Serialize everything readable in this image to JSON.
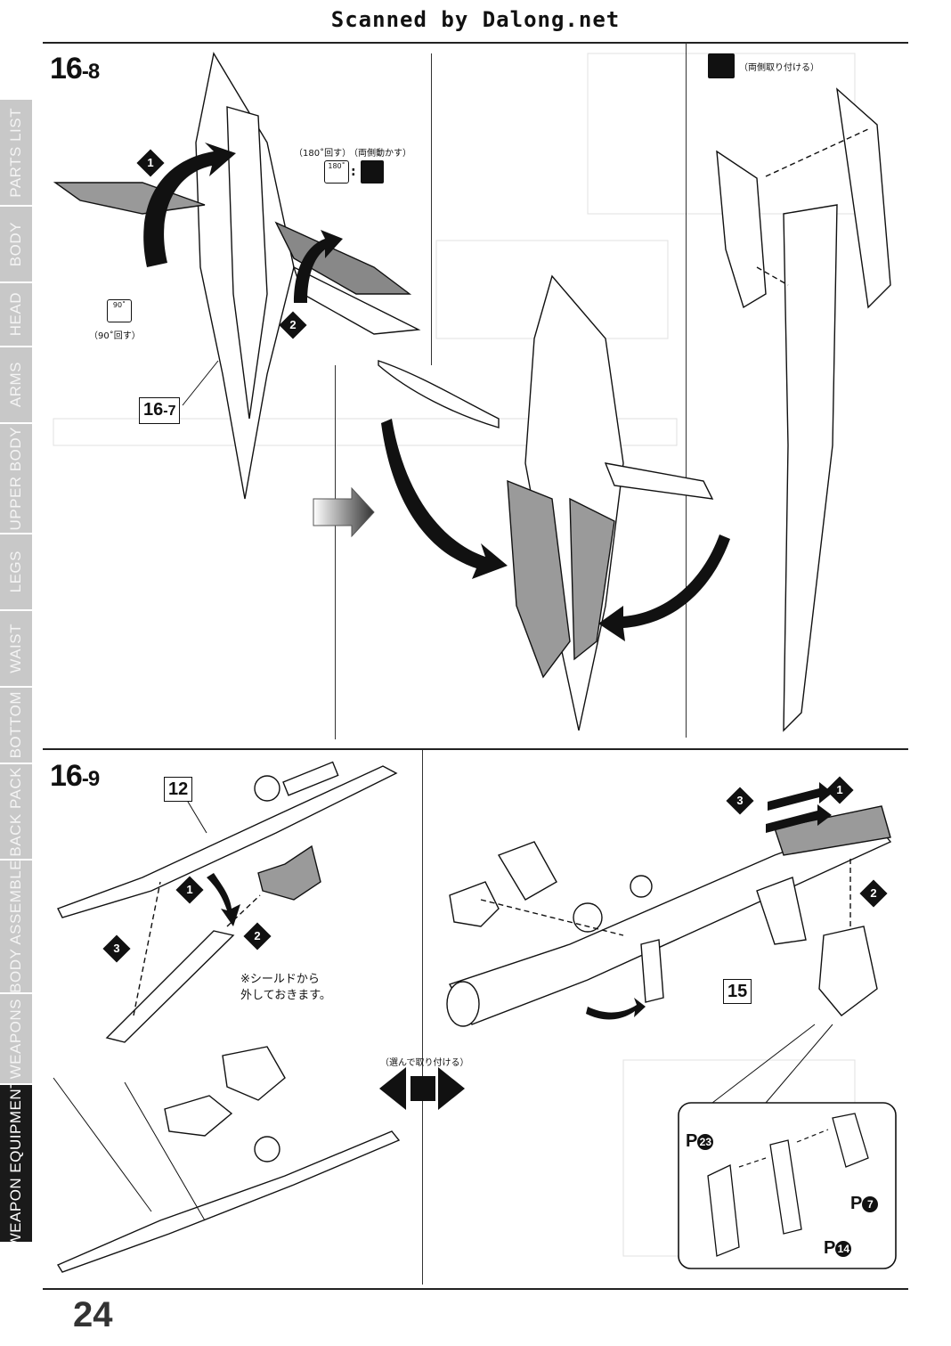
{
  "header": {
    "scan_credit": "Scanned by Dalong.net"
  },
  "steps": {
    "s1": {
      "num": "16",
      "sub": "-8"
    },
    "s2": {
      "num": "16",
      "sub": "-9"
    }
  },
  "notes": {
    "rotate_180": "（180˚回す）",
    "move_both": "（両側動かす）",
    "rotate_90": "（90˚回す）",
    "attach_both": "（両側取り付ける）",
    "choose_attach": "（選んで取り付ける）",
    "shield_note_1": "※シールドから",
    "shield_note_2": "外しておきます。",
    "icon_180": "180˚",
    "icon_90": "90˚",
    "colon": ":"
  },
  "refs": {
    "ref_16_7_num": "16",
    "ref_16_7_sub": "-7",
    "ref_12": "12",
    "ref_15": "15"
  },
  "markers": {
    "m1": "1",
    "m2": "2",
    "m3": "3"
  },
  "parts": {
    "p23": "P",
    "p23_num": "23",
    "p7": "P",
    "p7_num": "7",
    "p14": "P",
    "p14_num": "14"
  },
  "sidebar": {
    "items": [
      {
        "label": "PARTS LIST",
        "active": false
      },
      {
        "label": "BODY",
        "active": false
      },
      {
        "label": "HEAD",
        "active": false
      },
      {
        "label": "ARMS",
        "active": false
      },
      {
        "label": "UPPER BODY",
        "active": false
      },
      {
        "label": "LEGS",
        "active": false
      },
      {
        "label": "WAIST",
        "active": false
      },
      {
        "label": "BOTTOM",
        "active": false
      },
      {
        "label": "BACK PACK",
        "active": false
      },
      {
        "label": "BODY ASSEMBLE",
        "active": false
      },
      {
        "label": "WEAPONS",
        "active": false
      },
      {
        "label": "WEAPON EQUIPMENT",
        "active": true
      }
    ]
  },
  "footer": {
    "page_number": "24"
  },
  "colors": {
    "ink": "#111111",
    "tab_grey": "#c8c8c8",
    "tab_active": "#1a1a1a",
    "part_grey": "#9a9a9a"
  }
}
